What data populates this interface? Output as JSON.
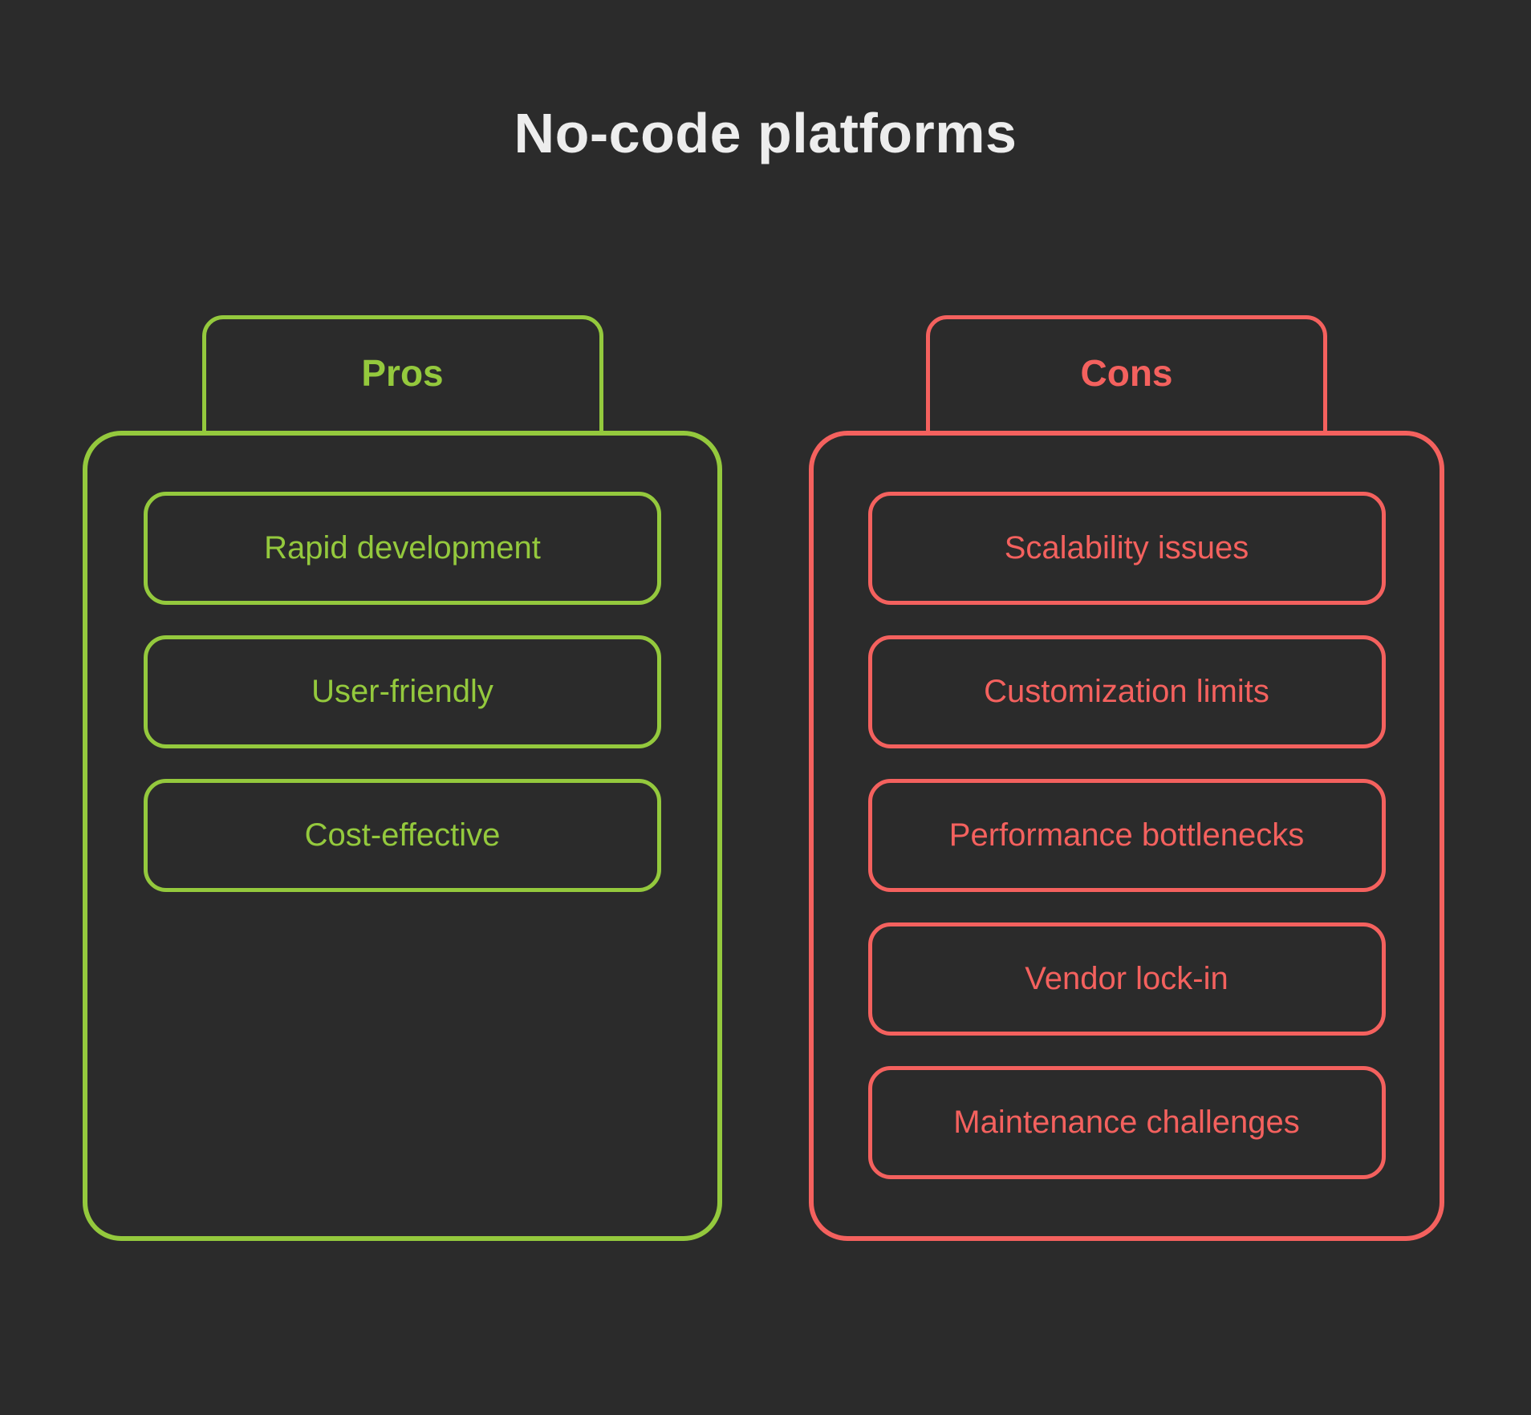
{
  "title": "No-code platforms",
  "colors": {
    "background": "#2b2b2b",
    "title_text": "#ededed",
    "pros_accent": "#94c93d",
    "cons_accent": "#f4615e"
  },
  "columns": [
    {
      "label": "Pros",
      "items": [
        "Rapid development",
        "User-friendly",
        "Cost-effective"
      ]
    },
    {
      "label": "Cons",
      "items": [
        "Scalability issues",
        "Customization limits",
        "Performance bottlenecks",
        "Vendor lock-in",
        "Maintenance challenges"
      ]
    }
  ]
}
